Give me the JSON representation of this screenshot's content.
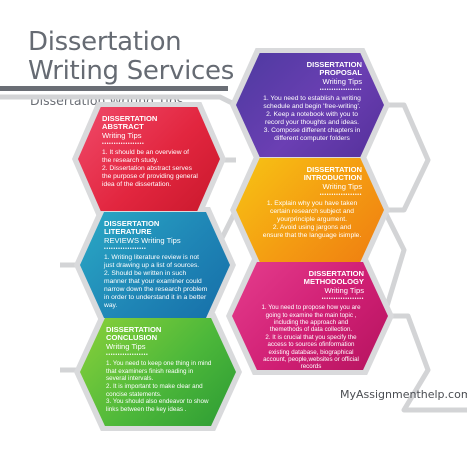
{
  "header": {
    "title_line1": "Dissertation",
    "title_line2": "Writing Services",
    "subtitle": "Dissertation Writing Tips"
  },
  "dots": "••••••••••••••••••",
  "sections": {
    "abstract": {
      "heading_line1": "DISSERTATION ABSTRACT",
      "heading_line2": "Writing Tips",
      "tips": [
        "1. It should be an overview of the research study.",
        "2. Dissertation abstract serves the purpose of providing general idea of the dissertation."
      ]
    },
    "proposal": {
      "heading_line1": "DISSERTATION PROPOSAL",
      "heading_line2": "Writing Tips",
      "tips": [
        "1. You need to establish a writing schedule and begin 'free-writing'.",
        "2. Keep a notebook with you to record your thoughts and ideas.",
        "3. Compose different chapters in different computer folders"
      ]
    },
    "introduction": {
      "heading_line1": "DISSERTATION INTRODUCTION",
      "heading_line2": "Writing Tips",
      "tips": [
        "1. Explain why you have taken certain research subject and yourprinciple argument.",
        "2. Avoid using jargons and ensure that the language isimple."
      ]
    },
    "literature": {
      "heading_line1": "DISSERTATION LITERATURE",
      "heading_line2": "REVIEWS Writing Tips",
      "tips": [
        "1. Writing literature review is not just drawing up a list of sources.",
        "2. Should be written in such manner that your examiner could narrow down the research problem in order to understand it in a better way."
      ]
    },
    "methodology": {
      "heading_line1": "DISSERTATION METHODOLOGY",
      "heading_line2": "Writing Tips",
      "tips": [
        "1. You need to propose how you are going to examine the main topic , including the approach and themethods of data collection.",
        "2. It is crucial that you specify the access to sources ofinformation existing database, biographical account, people,websites or official records"
      ]
    },
    "conclusion": {
      "heading_line1": "DISSERTATION CONCLUSION",
      "heading_line2": "Writing Tips",
      "tips": [
        "1. You need to keep one thing in mind that examiners finish reading in several intervals.",
        "2. It is important to make clear and concise statements.",
        "3. You should also endeavor to show links between the key ideas ."
      ]
    }
  },
  "footer": {
    "website": "MyAssignmenthelp.com"
  },
  "colors": {
    "abstract": "#e2263f",
    "proposal": "#5b3aa8",
    "introduction": "#f49b12",
    "literature": "#1f86b6",
    "methodology": "#d01f74",
    "conclusion": "#4db83a",
    "title": "#666b73"
  }
}
